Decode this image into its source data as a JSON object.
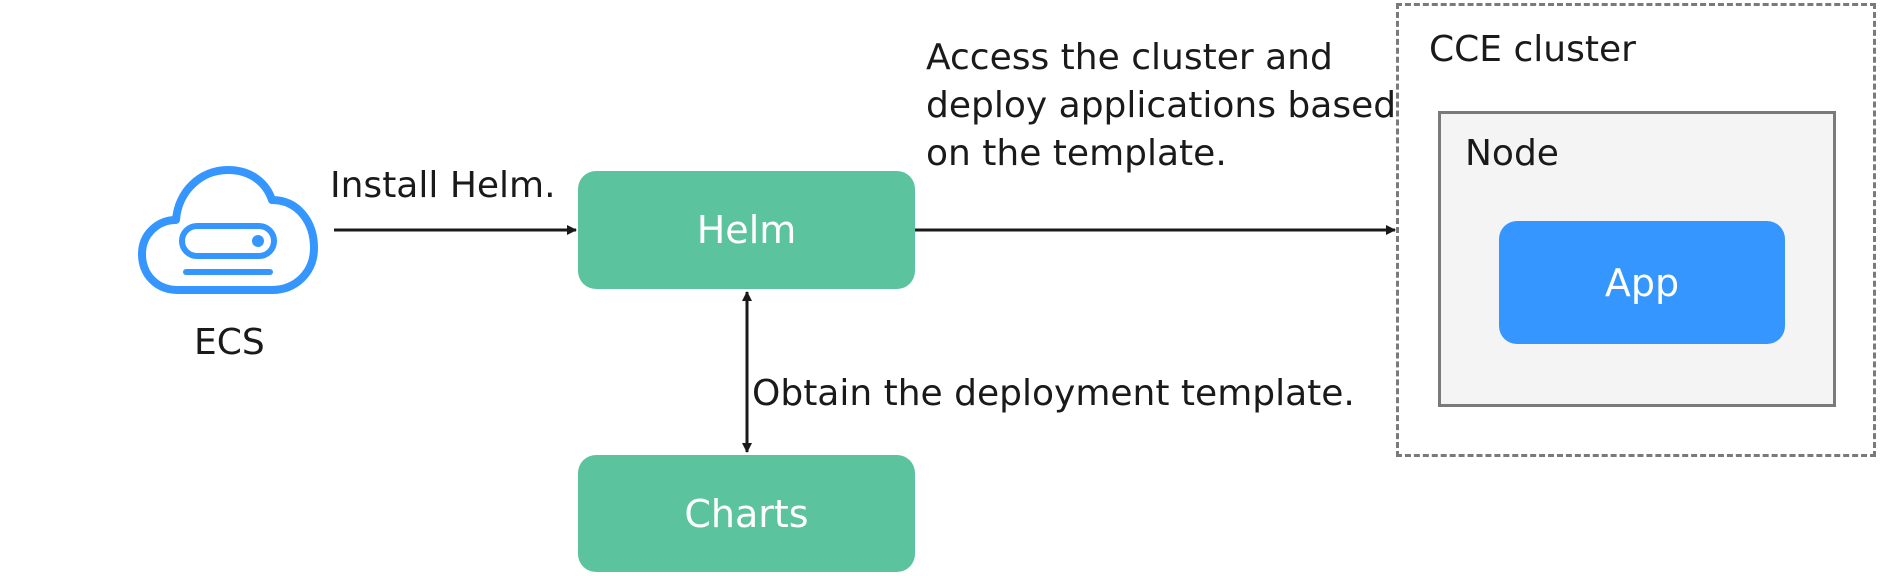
{
  "ecs": {
    "label": "ECS",
    "icon": "cloud-server-icon"
  },
  "install": {
    "label": "Install Helm."
  },
  "helm": {
    "label": "Helm"
  },
  "access": {
    "line1": "Access the cluster and",
    "line2": "deploy applications based",
    "line3": "on the template."
  },
  "obtain": {
    "label": "Obtain the deployment template."
  },
  "charts": {
    "label": "Charts"
  },
  "cluster": {
    "label": "CCE cluster"
  },
  "node": {
    "label": "Node"
  },
  "app": {
    "label": "App"
  },
  "colors": {
    "green": "#5bc49f",
    "blue": "#3596ff",
    "border": "#7a7a7a",
    "node_bg": "#f4f4f4"
  }
}
